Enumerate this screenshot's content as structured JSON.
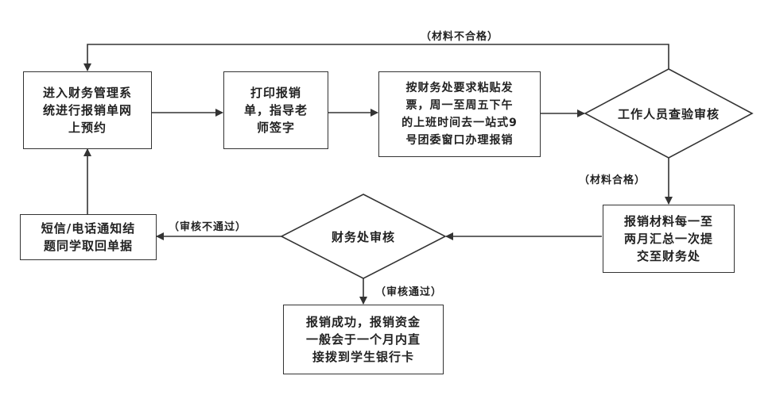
{
  "nodes": {
    "enter_system": "进入财务管理系\n统进行报销单网\n上预约",
    "print_form": "打印报销\n单，指导老\n师签字",
    "paste_invoice": "按财务处要求粘贴发\n票，周一至周五下午\n的上班时间去一站式9\n号团委窗口办理报销",
    "staff_review": "工作人员查验审核",
    "monthly_submit": "报销材料每一至\n两月汇总一次提\n交至财务处",
    "finance_review": "财务处审核",
    "notify_student": "短信/电话通知结\n题同学取回单据",
    "success": "报销成功，报销资金\n一般会于一个月内直\n接拨到学生银行卡"
  },
  "edges": {
    "materials_fail": "（材料不合格）",
    "materials_pass": "（材料合格）",
    "review_fail": "（审核不通过）",
    "review_pass": "（审核通过）"
  },
  "colors": {
    "stroke": "#333333",
    "background": "#ffffff"
  }
}
